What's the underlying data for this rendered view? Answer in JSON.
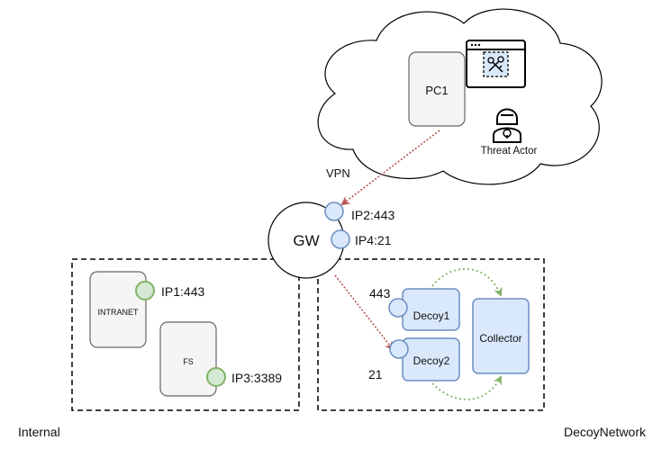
{
  "cloud": {
    "pc_label": "PC1",
    "threat_actor_label": "Threat Actor",
    "browser_icon": "browser-with-keys-icon",
    "actor_icon": "hacker-icon"
  },
  "vpn_label": "VPN",
  "gateway": {
    "label": "GW",
    "ports": [
      "IP2:443",
      "IP4:21"
    ]
  },
  "internal": {
    "zone_label": "Internal",
    "intranet_label": "INTRANET",
    "intranet_port": "IP1:443",
    "fs_label": "FS",
    "fs_port": "IP3:3389"
  },
  "decoy": {
    "zone_label": "DecoyNetwork",
    "decoy1_label": "Decoy1",
    "decoy1_port": "443",
    "decoy2_label": "Decoy2",
    "decoy2_port": "21",
    "collector_label": "Collector"
  },
  "colors": {
    "attack_arrow": "#b85450",
    "flow_arrow": "#82b366",
    "port_green_fill": "#d5e8d4",
    "port_green_stroke": "#82b366",
    "port_blue_fill": "#dae8fc",
    "port_blue_stroke": "#6c8ebf",
    "server_fill": "#f5f5f5",
    "server_stroke": "#666666"
  }
}
